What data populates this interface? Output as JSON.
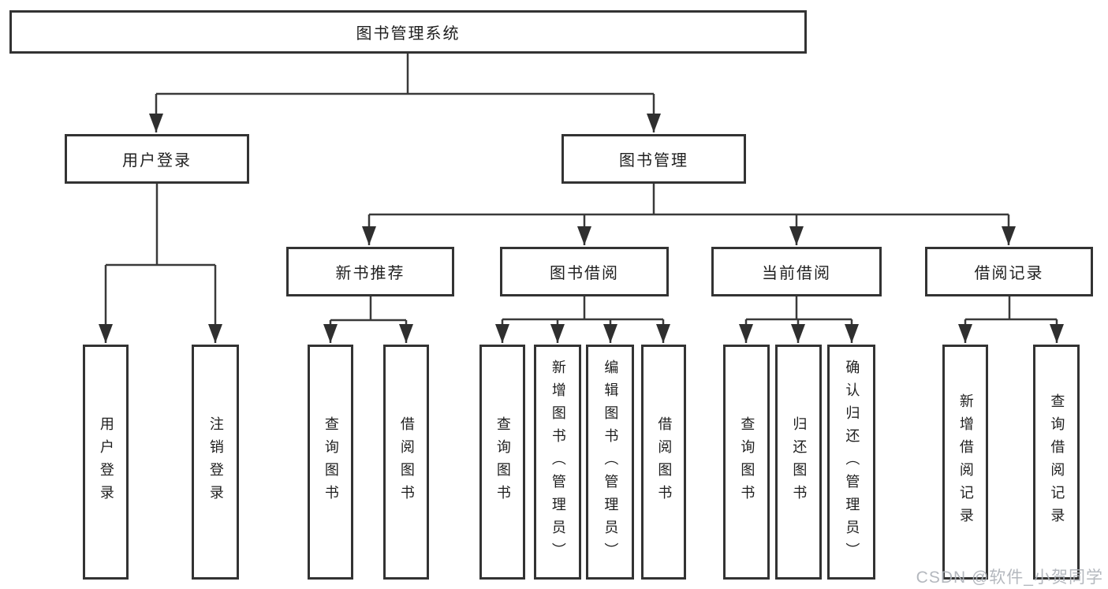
{
  "colors": {
    "background": "#ffffff",
    "line": "#3a3a3a",
    "arrow": "#2f2f2f",
    "box_border": "#333333",
    "text": "#1f1f1f",
    "watermark": "#aeb2b9"
  },
  "watermark": {
    "text": "CSDN @软件_小贺同学"
  },
  "tree": {
    "label": "图书管理系统",
    "children": [
      {
        "label": "用户登录",
        "children": [
          {
            "label": "用户登录"
          },
          {
            "label": "注销登录"
          }
        ]
      },
      {
        "label": "图书管理",
        "children": [
          {
            "label": "新书推荐",
            "children": [
              {
                "label": "查询图书"
              },
              {
                "label": "借阅图书"
              }
            ]
          },
          {
            "label": "图书借阅",
            "children": [
              {
                "label": "查询图书"
              },
              {
                "label": "新增图书（管理员）"
              },
              {
                "label": "编辑图书（管理员）"
              },
              {
                "label": "借阅图书"
              }
            ]
          },
          {
            "label": "当前借阅",
            "children": [
              {
                "label": "查询图书"
              },
              {
                "label": "归还图书"
              },
              {
                "label": "确认归还（管理员）"
              }
            ]
          },
          {
            "label": "借阅记录",
            "children": [
              {
                "label": "新增借阅记录"
              },
              {
                "label": "查询借阅记录"
              }
            ]
          }
        ]
      }
    ]
  }
}
